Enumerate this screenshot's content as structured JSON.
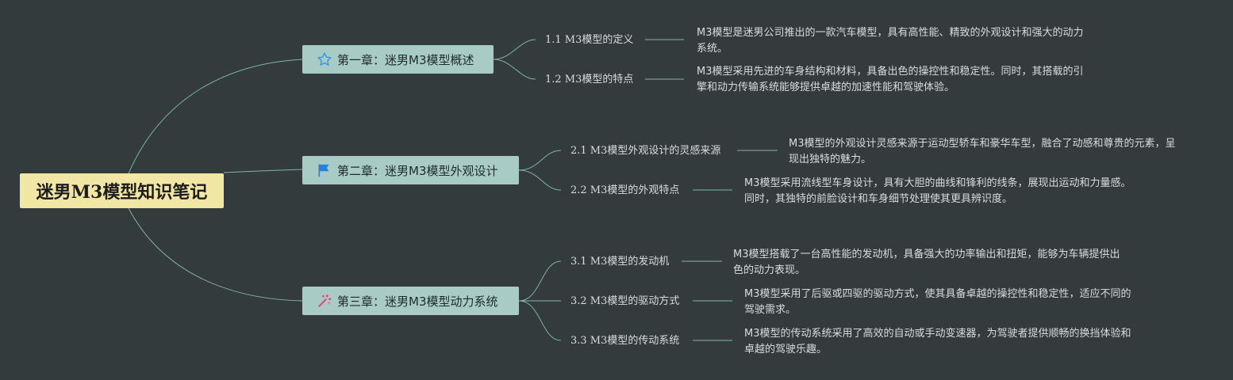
{
  "root": {
    "title": "迷男M3模型知识笔记"
  },
  "chapters": [
    {
      "icon": "star-icon",
      "title": "第一章：迷男M3模型概述",
      "sections": [
        {
          "title": "1.1 M3模型的定义",
          "desc": "M3模型是迷男公司推出的一款汽车模型，具有高性能、精致的外观设计和强大的动力系统。"
        },
        {
          "title": "1.2 M3模型的特点",
          "desc": "M3模型采用先进的车身结构和材料，具备出色的操控性和稳定性。同时，其搭载的引擎和动力传输系统能够提供卓越的加速性能和驾驶体验。"
        }
      ]
    },
    {
      "icon": "flag-icon",
      "title": "第二章：迷男M3模型外观设计",
      "sections": [
        {
          "title": "2.1 M3模型外观设计的灵感来源",
          "desc": "M3模型的外观设计灵感来源于运动型轿车和豪华车型，融合了动感和尊贵的元素，呈现出独特的魅力。"
        },
        {
          "title": "2.2 M3模型的外观特点",
          "desc": "M3模型采用流线型车身设计，具有大胆的曲线和锋利的线条，展现出运动和力量感。同时，其独特的前脸设计和车身细节处理使其更具辨识度。"
        }
      ]
    },
    {
      "icon": "magic-wand-icon",
      "title": "第三章：迷男M3模型动力系统",
      "sections": [
        {
          "title": "3.1 M3模型的发动机",
          "desc": "M3模型搭载了一台高性能的发动机，具备强大的功率输出和扭矩，能够为车辆提供出色的动力表现。"
        },
        {
          "title": "3.2 M3模型的驱动方式",
          "desc": "M3模型采用了后驱或四驱的驱动方式，使其具备卓越的操控性和稳定性，适应不同的驾驶需求。"
        },
        {
          "title": "3.3 M3模型的传动系统",
          "desc": "M3模型的传动系统采用了高效的自动或手动变速器，为驾驶者提供顺畅的换挡体验和卓越的驾驶乐趣。"
        }
      ]
    }
  ],
  "colors": {
    "background": "#343b3c",
    "root_fill": "#f2e6a5",
    "chapter_fill": "#a8cbc6",
    "connector": "#7fb3a8",
    "text": "#d8dcdc",
    "star_icon": "#3a9be0",
    "flag_icon": "#2b7fd4",
    "wand_icon": "#e0457a"
  }
}
